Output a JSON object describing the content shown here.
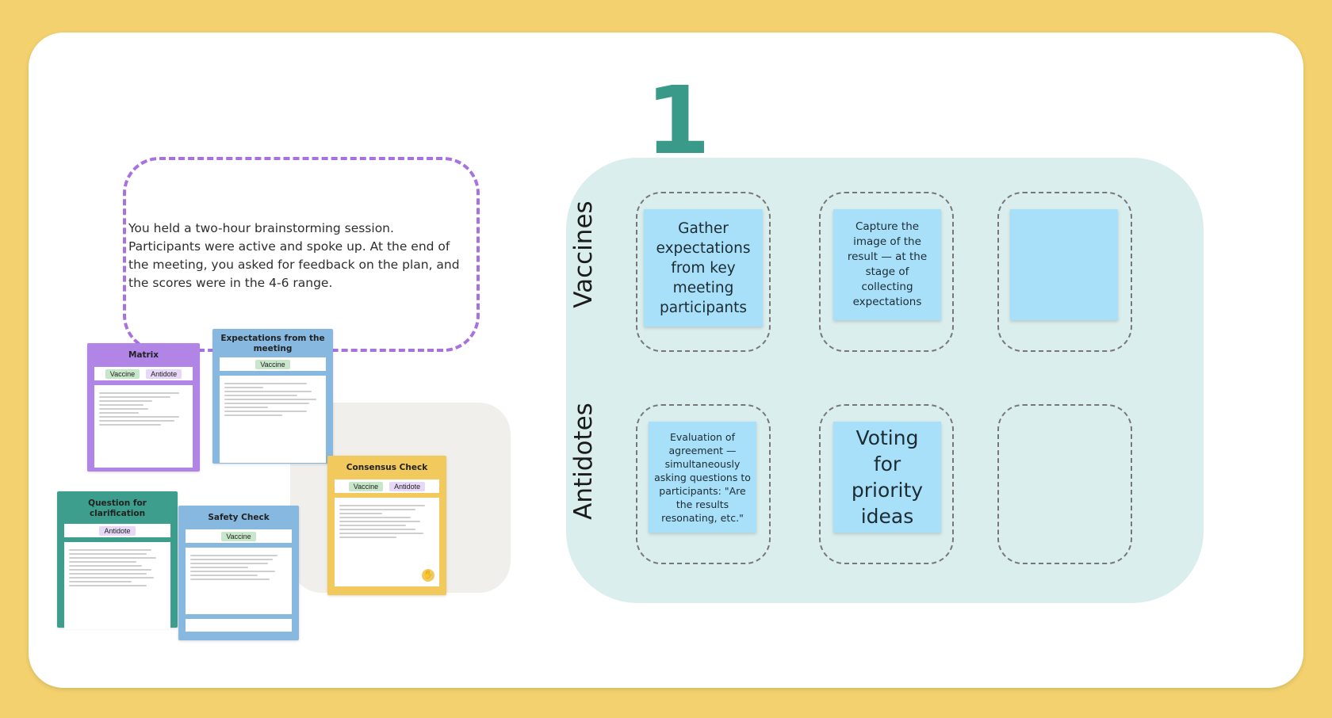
{
  "board": {
    "step_number": "1",
    "scenario_text": "You held a two-hour brainstorming session. Participants were active and spoke up. At the end of the meeting, you asked for feedback on the plan, and the scores were in the 4-6 range."
  },
  "cards": {
    "matrix": {
      "title": "Matrix",
      "tags": [
        "Vaccine",
        "Antidote"
      ]
    },
    "expectations": {
      "title": "Expectations from the meeting",
      "tags": [
        "Vaccine"
      ]
    },
    "question": {
      "title": "Question for clarification",
      "tags": [
        "Antidote"
      ]
    },
    "safety": {
      "title": "Safety Check",
      "tags": [
        "Vaccine"
      ]
    },
    "consensus": {
      "title": "Consensus Check",
      "tags": [
        "Vaccine",
        "Antidote"
      ]
    }
  },
  "grid": {
    "rows": [
      "Vaccines",
      "Antidotes"
    ],
    "vaccines": [
      "Gather expectations from key meeting participants",
      "Capture the image of the result — at the stage of collecting expectations",
      ""
    ],
    "antidotes": [
      "Evaluation of agreement — simultaneously asking questions to participants: \"Are the results resonating, etc.\"",
      "Voting for priority ideas",
      ""
    ]
  },
  "colors": {
    "background": "#f2d16e",
    "accent_teal": "#3a9a8a",
    "sticky": "#a7e0f8",
    "panel": "#daeeed",
    "dashed_purple": "#a772e0"
  }
}
